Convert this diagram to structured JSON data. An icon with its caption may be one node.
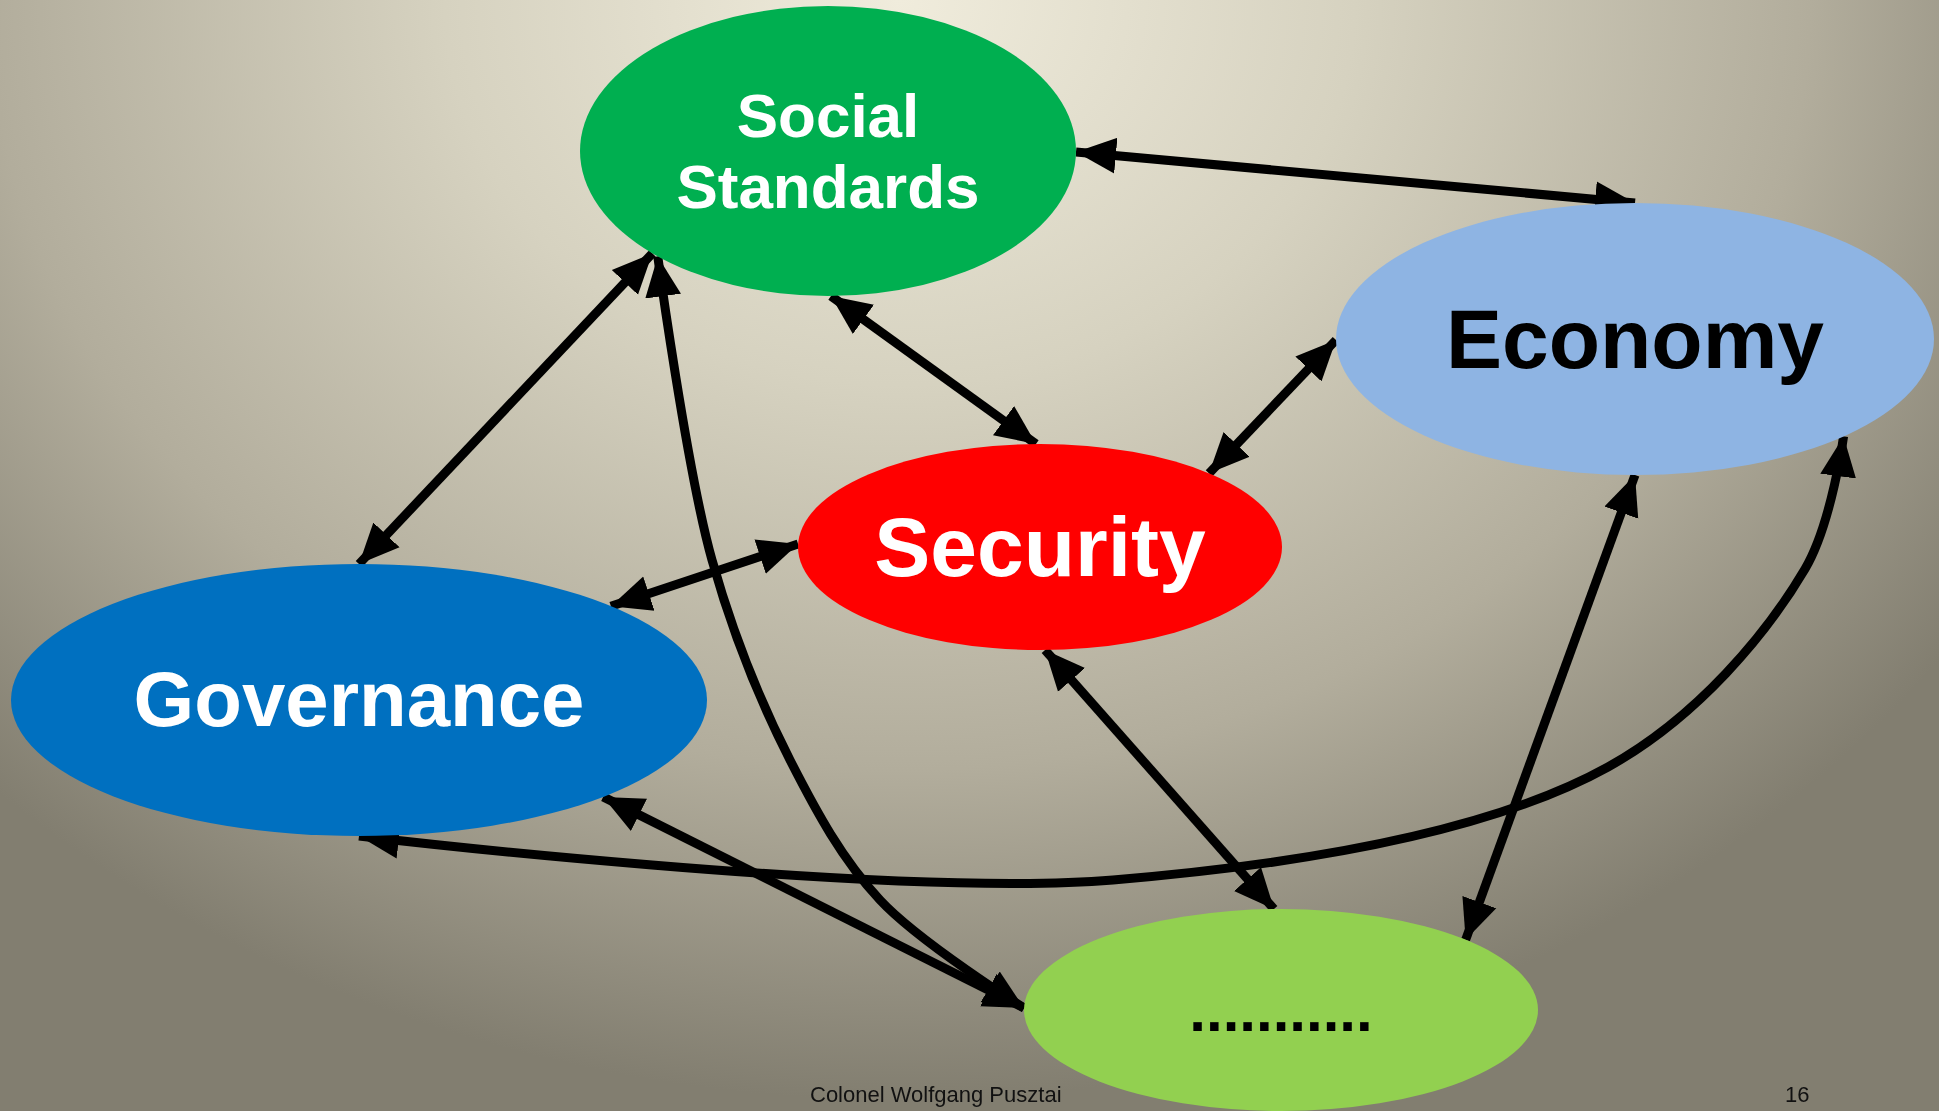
{
  "diagram": {
    "nodes": [
      {
        "text": [
          "Social Standards"
        ]
      },
      {
        "text": [
          "Economy"
        ]
      },
      {
        "text": [
          "Security"
        ]
      },
      {
        "text": [
          "Governance"
        ]
      },
      {
        "text": [
          "..........."
        ]
      }
    ],
    "edges": [
      {
        "from": 0,
        "to": 1,
        "arrow": "both"
      },
      {
        "from": 0,
        "to": 2,
        "arrow": "both"
      },
      {
        "from": 0,
        "to": 3,
        "arrow": "both"
      },
      {
        "from": 0,
        "to": 4,
        "arrow": "both"
      },
      {
        "from": 2,
        "to": 1,
        "arrow": "both"
      },
      {
        "from": 3,
        "to": 2,
        "arrow": "both"
      },
      {
        "from": 3,
        "to": 4,
        "arrow": "both"
      },
      {
        "from": 3,
        "to": 1,
        "arrow": "both"
      },
      {
        "from": 2,
        "to": 4,
        "arrow": "both"
      },
      {
        "from": 1,
        "to": 4,
        "arrow": "both"
      }
    ],
    "labels": [
      "Colonel Wolfgang Pusztai",
      "16"
    ]
  }
}
